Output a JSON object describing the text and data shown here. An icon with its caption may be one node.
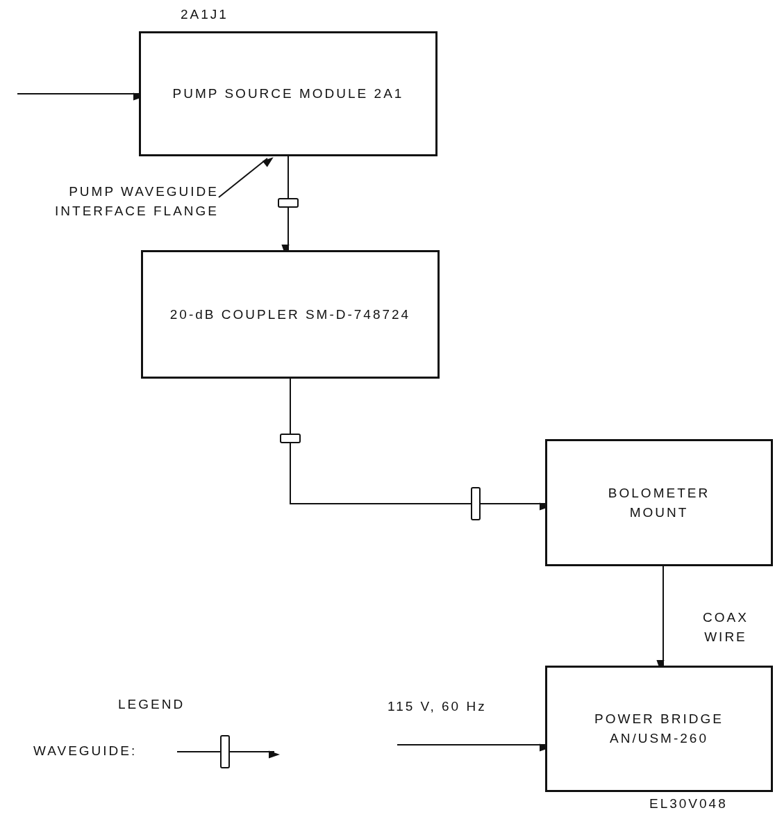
{
  "diagram": {
    "nodes": [
      {
        "text": [
          "PUMP SOURCE MODULE 2A1"
        ],
        "beside": [
          "2A1J1"
        ]
      },
      {
        "text": [
          "20-dB COUPLER SM-D-748724"
        ]
      },
      {
        "text": [
          "BOLOMETER MOUNT"
        ]
      },
      {
        "text": [
          "POWER BRIDGE AN/USM-260"
        ]
      },
      {
        "text": [
          "PUMP WAVEGUIDE INTERFACE FLANGE"
        ]
      }
    ],
    "edges": [
      {
        "from": null,
        "to": 0,
        "arrow": "to"
      },
      {
        "from": 0,
        "to": 1,
        "arrow": "to"
      },
      {
        "from": 1,
        "to": 2,
        "arrow": "to"
      },
      {
        "from": 2,
        "to": 3,
        "arrow": "to",
        "label": "COAX WIRE"
      },
      {
        "from": null,
        "to": 3,
        "arrow": "to",
        "label": "115 V, 60 Hz"
      },
      {
        "from": 4,
        "to": 0,
        "arrow": "to"
      }
    ],
    "labels": [
      "LEGEND",
      "EL30V048"
    ],
    "legend": [
      {
        "text": "WAVEGUIDE:"
      }
    ]
  }
}
